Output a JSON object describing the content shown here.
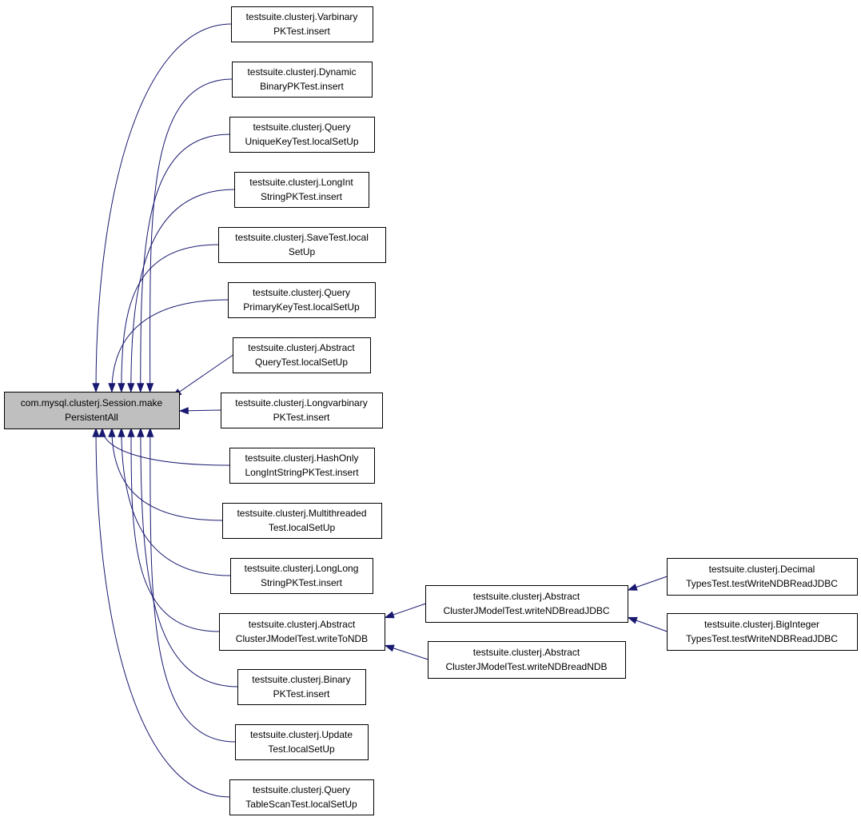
{
  "diagram": {
    "nodes": [
      {
        "id": "root",
        "lines": [
          "com.mysql.clusterj.Session.make",
          "PersistentAll"
        ],
        "focus": true
      },
      {
        "id": "n1",
        "lines": [
          "testsuite.clusterj.Varbinary",
          "PKTest.insert"
        ]
      },
      {
        "id": "n2",
        "lines": [
          "testsuite.clusterj.Dynamic",
          "BinaryPKTest.insert"
        ]
      },
      {
        "id": "n3",
        "lines": [
          "testsuite.clusterj.Query",
          "UniqueKeyTest.localSetUp"
        ]
      },
      {
        "id": "n4",
        "lines": [
          "testsuite.clusterj.LongInt",
          "StringPKTest.insert"
        ]
      },
      {
        "id": "n5",
        "lines": [
          "testsuite.clusterj.SaveTest.local",
          "SetUp"
        ]
      },
      {
        "id": "n6",
        "lines": [
          "testsuite.clusterj.Query",
          "PrimaryKeyTest.localSetUp"
        ]
      },
      {
        "id": "n7",
        "lines": [
          "testsuite.clusterj.Abstract",
          "QueryTest.localSetUp"
        ]
      },
      {
        "id": "n8",
        "lines": [
          "testsuite.clusterj.Longvarbinary",
          "PKTest.insert"
        ]
      },
      {
        "id": "n9",
        "lines": [
          "testsuite.clusterj.HashOnly",
          "LongIntStringPKTest.insert"
        ]
      },
      {
        "id": "n10",
        "lines": [
          "testsuite.clusterj.Multithreaded",
          "Test.localSetUp"
        ]
      },
      {
        "id": "n11",
        "lines": [
          "testsuite.clusterj.LongLong",
          "StringPKTest.insert"
        ]
      },
      {
        "id": "n12",
        "lines": [
          "testsuite.clusterj.Abstract",
          "ClusterJModelTest.writeToNDB"
        ]
      },
      {
        "id": "n13",
        "lines": [
          "testsuite.clusterj.Binary",
          "PKTest.insert"
        ]
      },
      {
        "id": "n14",
        "lines": [
          "testsuite.clusterj.Update",
          "Test.localSetUp"
        ]
      },
      {
        "id": "n15",
        "lines": [
          "testsuite.clusterj.Query",
          "TableScanTest.localSetUp"
        ]
      },
      {
        "id": "n16",
        "lines": [
          "testsuite.clusterj.Abstract",
          "ClusterJModelTest.writeNDBreadJDBC"
        ]
      },
      {
        "id": "n17",
        "lines": [
          "testsuite.clusterj.Abstract",
          "ClusterJModelTest.writeNDBreadNDB"
        ]
      },
      {
        "id": "n18",
        "lines": [
          "testsuite.clusterj.Decimal",
          "TypesTest.testWriteNDBReadJDBC"
        ]
      },
      {
        "id": "n19",
        "lines": [
          "testsuite.clusterj.BigInteger",
          "TypesTest.testWriteNDBReadJDBC"
        ]
      }
    ],
    "edges": [
      {
        "from": "n1",
        "to": "root"
      },
      {
        "from": "n2",
        "to": "root"
      },
      {
        "from": "n3",
        "to": "root"
      },
      {
        "from": "n4",
        "to": "root"
      },
      {
        "from": "n5",
        "to": "root"
      },
      {
        "from": "n6",
        "to": "root"
      },
      {
        "from": "n7",
        "to": "root"
      },
      {
        "from": "n8",
        "to": "root"
      },
      {
        "from": "n9",
        "to": "root"
      },
      {
        "from": "n10",
        "to": "root"
      },
      {
        "from": "n11",
        "to": "root"
      },
      {
        "from": "n12",
        "to": "root"
      },
      {
        "from": "n13",
        "to": "root"
      },
      {
        "from": "n14",
        "to": "root"
      },
      {
        "from": "n15",
        "to": "root"
      },
      {
        "from": "n16",
        "to": "n12"
      },
      {
        "from": "n17",
        "to": "n12"
      },
      {
        "from": "n18",
        "to": "n16"
      },
      {
        "from": "n19",
        "to": "n16"
      }
    ],
    "colors": {
      "edge": "#191970",
      "focus_fill": "#bfbfbf",
      "node_border": "#000000"
    }
  }
}
